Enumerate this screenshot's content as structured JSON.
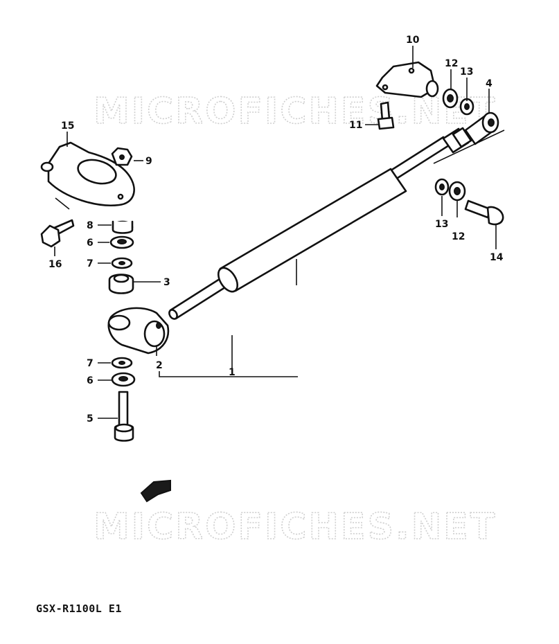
{
  "watermark": "MICROFICHES.NET",
  "model_label": "GSX-R1100L E1",
  "callouts": {
    "c1": "1",
    "c2": "2",
    "c3": "3",
    "c4": "4",
    "c5": "5",
    "c6a": "6",
    "c6b": "6",
    "c7a": "7",
    "c7b": "7",
    "c8": "8",
    "c9": "9",
    "c10": "10",
    "c11": "11",
    "c12a": "12",
    "c12b": "12",
    "c13a": "13",
    "c13b": "13",
    "c14": "14",
    "c15": "15",
    "c16": "16"
  }
}
